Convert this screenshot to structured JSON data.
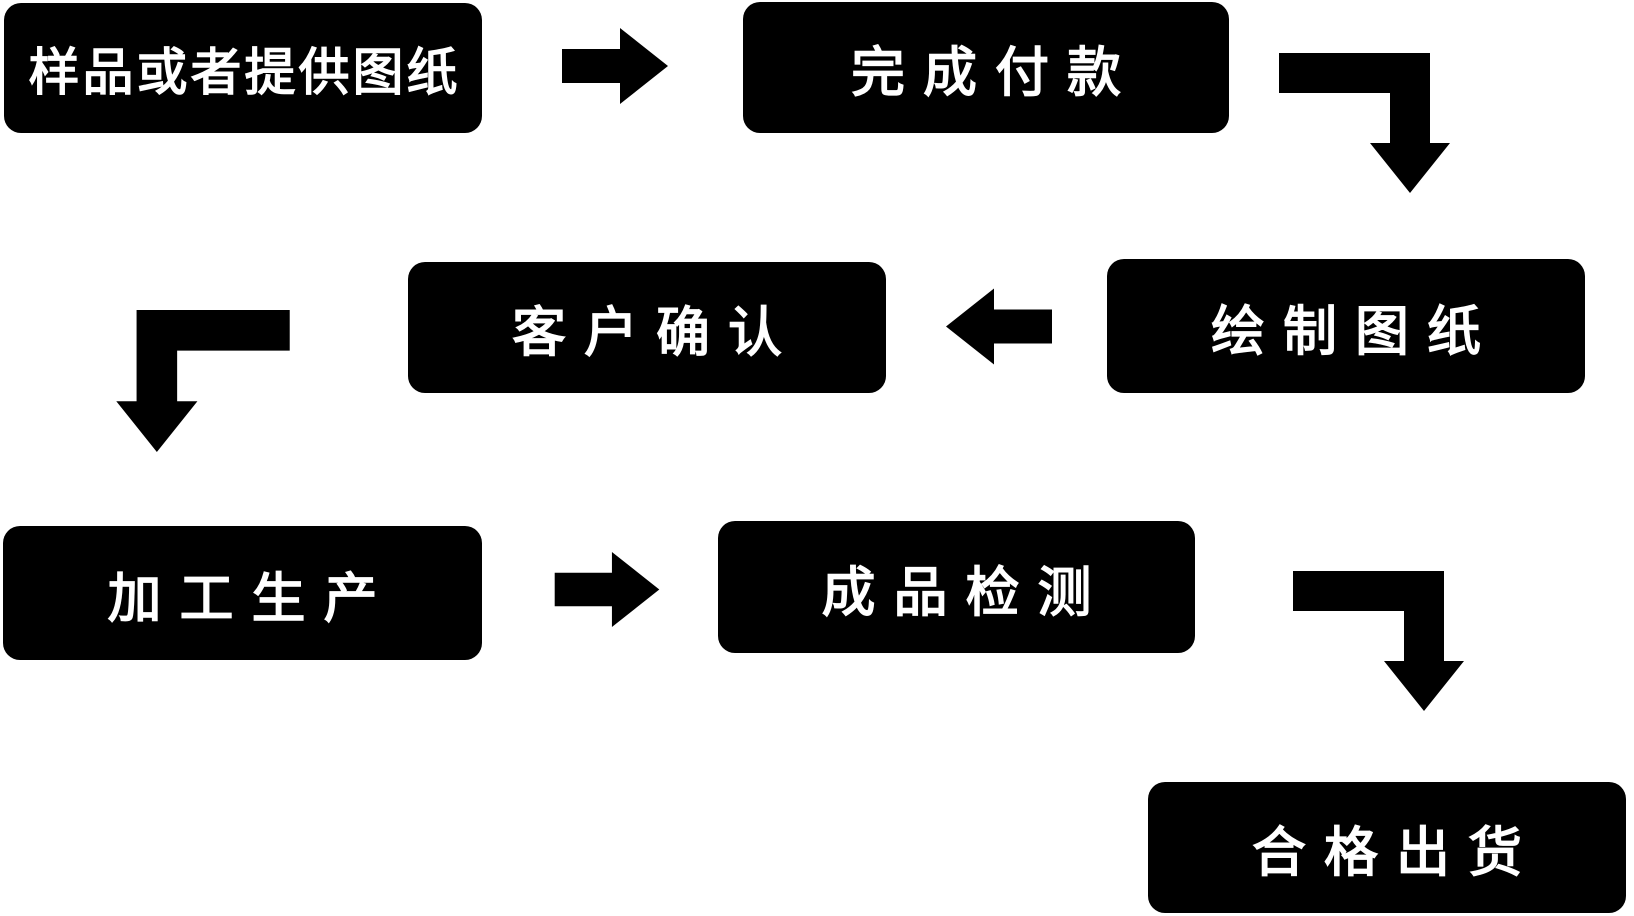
{
  "diagram": {
    "title": "production-order-process-flowchart",
    "language": "zh-CN",
    "colors": {
      "node_fill": "#000000",
      "node_text": "#ffffff",
      "arrow": "#000000",
      "background": "#ffffff"
    },
    "nodes": [
      {
        "id": "sample-or-drawing",
        "label": "样品或者提供图纸"
      },
      {
        "id": "complete-payment",
        "label": "完成付款"
      },
      {
        "id": "draw-drawings",
        "label": "绘制图纸"
      },
      {
        "id": "customer-confirm",
        "label": "客户确认"
      },
      {
        "id": "processing-production",
        "label": "加工生产"
      },
      {
        "id": "product-inspection",
        "label": "成品检测"
      },
      {
        "id": "qualified-shipment",
        "label": "合格出货"
      }
    ],
    "edges": [
      {
        "from": "样品或者提供图纸",
        "to": "完成付款",
        "shape": "straight-right"
      },
      {
        "from": "完成付款",
        "to": "绘制图纸",
        "shape": "elbow-down-right"
      },
      {
        "from": "绘制图纸",
        "to": "客户确认",
        "shape": "straight-left"
      },
      {
        "from": "客户确认",
        "to": "加工生产",
        "shape": "elbow-down-left"
      },
      {
        "from": "加工生产",
        "to": "成品检测",
        "shape": "straight-right"
      },
      {
        "from": "成品检测",
        "to": "合格出货",
        "shape": "elbow-down-right"
      }
    ]
  }
}
